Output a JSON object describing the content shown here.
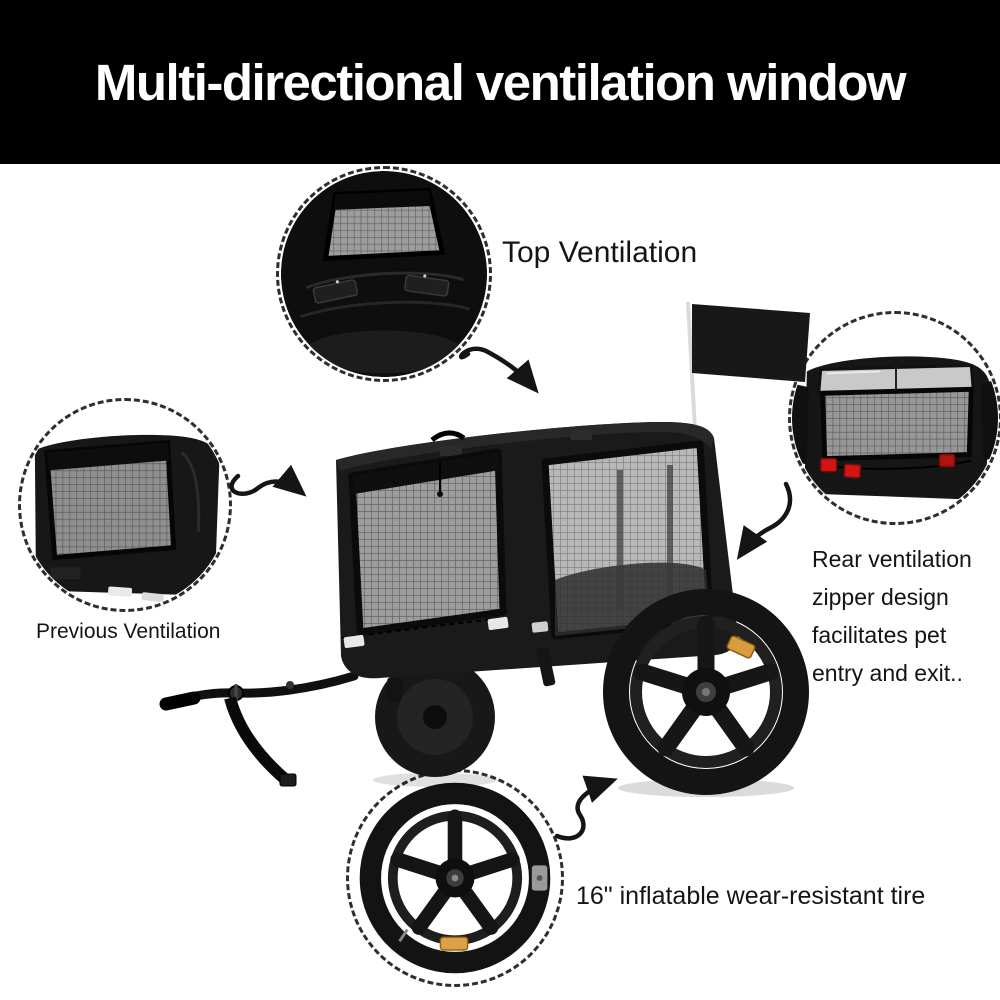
{
  "header": {
    "title": "Multi-directional ventilation window"
  },
  "callouts": {
    "top": {
      "label": "Top Ventilation"
    },
    "left": {
      "label": "Previous Ventilation"
    },
    "right": {
      "text": "Rear ventilation zipper design facilitates pet entry and exit.."
    },
    "bottom": {
      "label": "16\" inflatable wear-resistant tire"
    }
  },
  "colors": {
    "banner": "#000000",
    "text": "#141414",
    "trailer_black": "#1a1a1a",
    "mesh_gray": "#9d9d9d",
    "reflector_red": "#d01616",
    "reflector_orange": "#d99c3e"
  },
  "icons": {
    "arrow_style": "curved-arrow"
  }
}
